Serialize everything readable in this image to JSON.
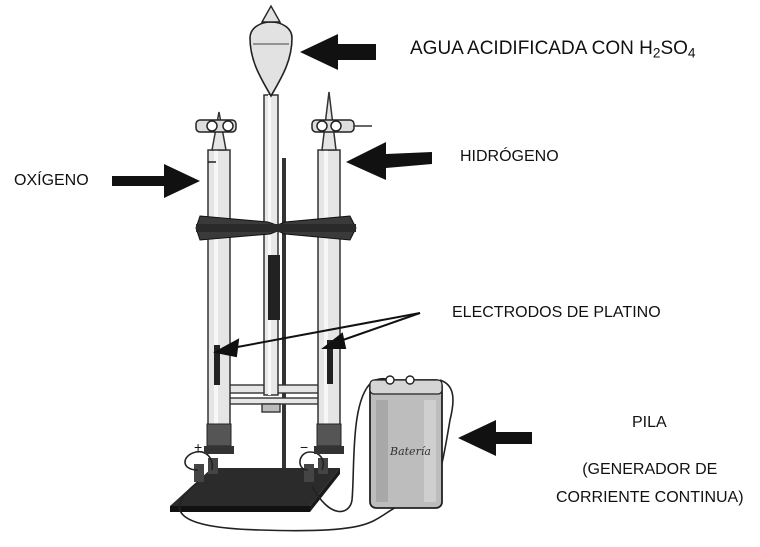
{
  "labels": {
    "agua": {
      "text": "AGUA ACIDIFICADA CON H",
      "sub1": "2",
      "mid": "SO",
      "sub2": "4"
    },
    "oxigeno": "OXÍGENO",
    "hidrogeno": "HIDRÓGENO",
    "electrodos": "ELECTRODOS DE PLATINO",
    "pila": "PILA",
    "pila_sub_line1": "(GENERADOR DE",
    "pila_sub_line2": "CORRIENTE CONTINUA)"
  },
  "battery_label": "Batería",
  "terminals": {
    "positive": "+",
    "negative": "−"
  },
  "colors": {
    "ink": "#111111",
    "tube": "#dcdcdc",
    "metal": "#2a2a2a",
    "battery_body": "#bdbdbd"
  }
}
